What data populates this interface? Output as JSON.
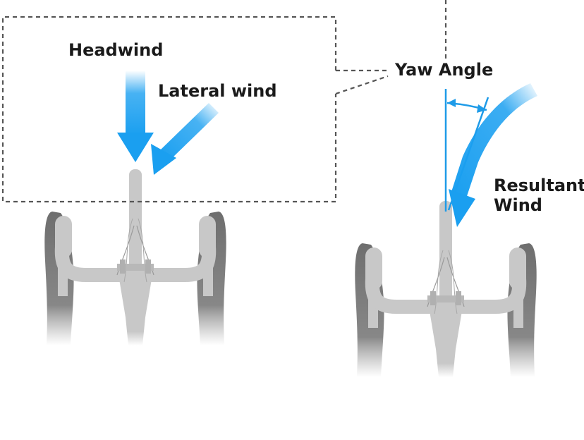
{
  "labels": {
    "headwind": "Headwind",
    "lateral_wind": "Lateral wind",
    "yaw_angle": "Yaw Angle",
    "resultant_line1": "Resultant",
    "resultant_line2": "Wind"
  },
  "colors": {
    "wind_blue": "#1a9ff0",
    "yaw_line_blue": "#1e9be8",
    "bike_gray": "#c8c8c8",
    "hand_gray": "#6e6e6e",
    "dashed_line": "#555555",
    "text": "#1a1a1a"
  }
}
